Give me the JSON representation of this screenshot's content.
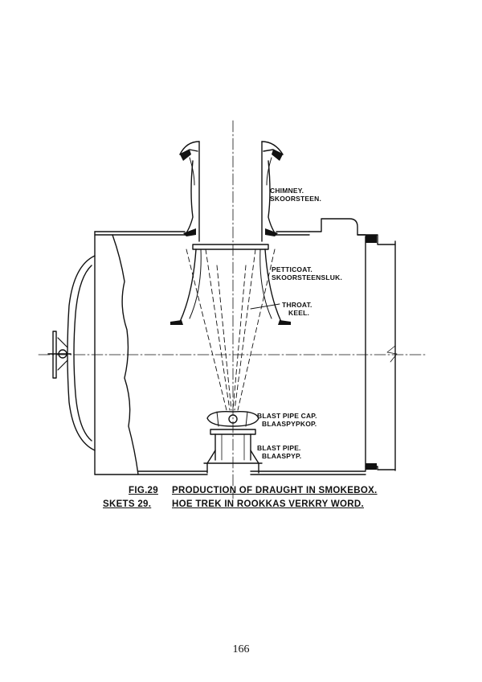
{
  "labels": {
    "chimney_en": "CHIMNEY.",
    "chimney_af": "SKOORSTEEN.",
    "petticoat_en": "PETTICOAT.",
    "petticoat_af": "SKOORSTEENSLUK.",
    "throat_en": "THROAT.",
    "throat_af": "KEEL.",
    "blast_cap_en": "BLAST PIPE CAP.",
    "blast_cap_af": "BLAASPYPKOP.",
    "blast_pipe_en": "BLAST PIPE.",
    "blast_pipe_af": "BLAASPYP."
  },
  "caption": {
    "fig_en": "FIG.29",
    "title_en": "PRODUCTION OF DRAUGHT IN SMOKEBOX.",
    "fig_af": "SKETS 29.",
    "title_af": "HOE TREK IN ROOKKAS VERKRY WORD."
  },
  "page_number": "166"
}
